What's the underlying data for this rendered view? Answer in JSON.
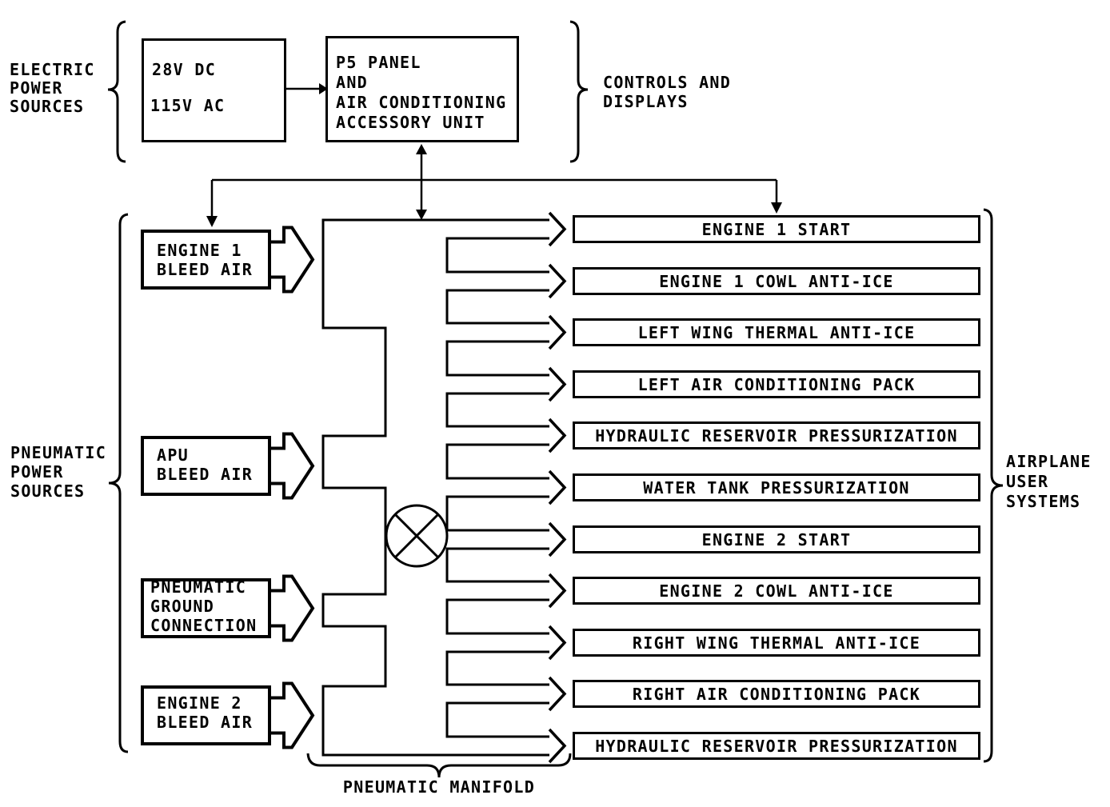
{
  "diagram": {
    "electric_group_label": "ELECTRIC\nPOWER\nSOURCES",
    "electric_inputs": [
      "28V DC",
      "115V AC"
    ],
    "controls_box": "P5 PANEL\nAND\nAIR CONDITIONING\nACCESSORY UNIT",
    "controls_group_label": "CONTROLS AND\nDISPLAYS",
    "pneumatic_group_label": "PNEUMATIC\nPOWER\nSOURCES",
    "pneumatic_sources": [
      "ENGINE 1\nBLEED AIR",
      "APU\nBLEED AIR",
      "PNEUMATIC\nGROUND\nCONNECTION",
      "ENGINE 2\nBLEED AIR"
    ],
    "manifold_label": "PNEUMATIC MANIFOLD",
    "user_systems_group_label": "AIRPLANE\nUSER\nSYSTEMS",
    "user_systems": [
      "ENGINE 1 START",
      "ENGINE 1 COWL ANTI-ICE",
      "LEFT WING THERMAL ANTI-ICE",
      "LEFT AIR CONDITIONING PACK",
      "HYDRAULIC RESERVOIR PRESSURIZATION",
      "WATER TANK PRESSURIZATION",
      "ENGINE 2 START",
      "ENGINE 2 COWL ANTI-ICE",
      "RIGHT WING THERMAL ANTI-ICE",
      "RIGHT AIR CONDITIONING PACK",
      "HYDRAULIC RESERVOIR PRESSURIZATION"
    ],
    "icons": {
      "valve": "crossed-circle-valve-icon",
      "power_switch": "switch-contact-icon"
    },
    "colors": {
      "ink": "#000000",
      "paper": "#ffffff"
    }
  }
}
